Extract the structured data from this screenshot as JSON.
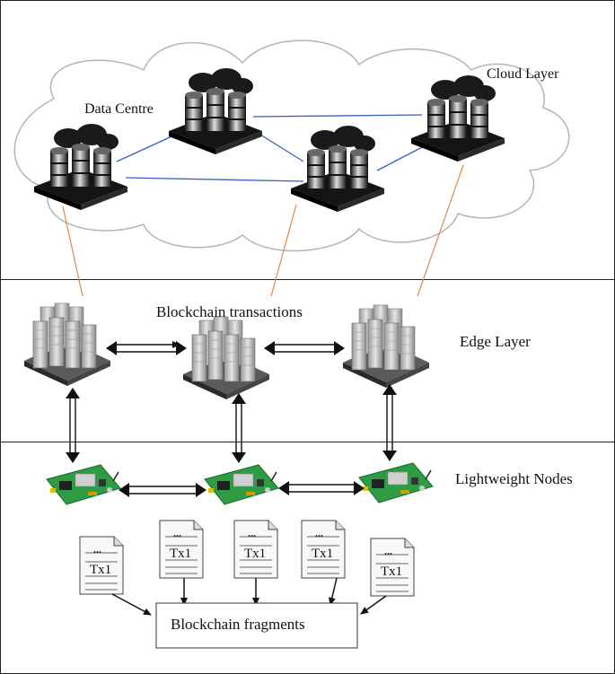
{
  "labels": {
    "cloud_layer": "Cloud Layer",
    "data_centre": "Data Centre",
    "blockchain_transactions": "Blockchain transactions",
    "edge_layer": "Edge Layer",
    "lightweight_nodes": "Lightweight Nodes",
    "blockchain_fragments": "Blockchain fragments"
  },
  "transactions": [
    "Tx1",
    "Tx1",
    "Tx1",
    "Tx1",
    "Tx1"
  ],
  "tx_dots": "...",
  "colors": {
    "cloud_link": "#3b5fc4",
    "edge_link": "#e08a4a",
    "board_green": "#2e9b45"
  }
}
